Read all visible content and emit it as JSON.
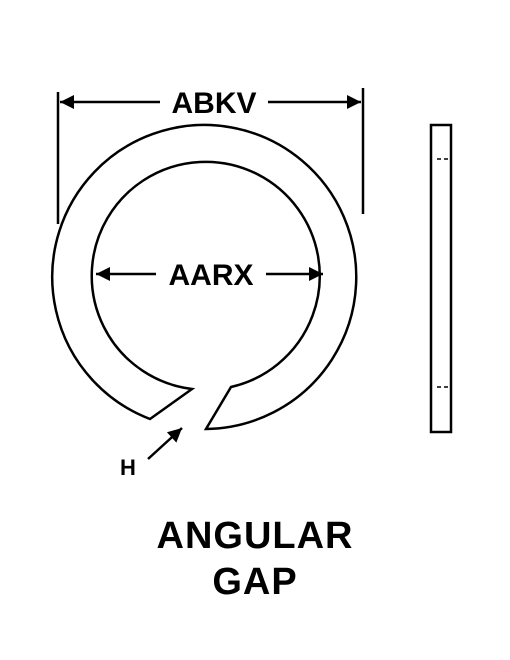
{
  "diagram": {
    "outer_dimension_label": "ABKV",
    "inner_dimension_label": "AARX",
    "gap_label": "H",
    "caption_line1": "ANGULAR",
    "caption_line2": "GAP"
  },
  "colors": {
    "line": "#000000",
    "background": "#ffffff"
  }
}
